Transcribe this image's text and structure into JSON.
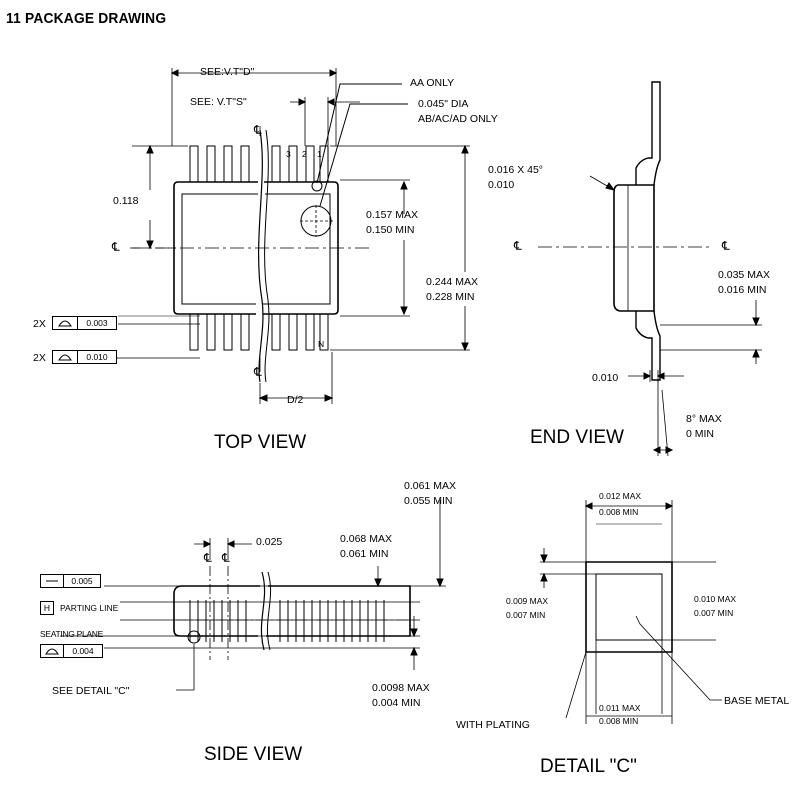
{
  "heading": "11 PACKAGE DRAWING",
  "top_view": {
    "title": "TOP VIEW",
    "see_d": "SEE:V.T\"D\"",
    "see_s": "SEE: V.T\"S\"",
    "aa_only": "AA ONLY",
    "dia": "0.045\" DIA",
    "ab_only": "AB/AC/AD ONLY",
    "dim_118": "0.118",
    "dim_157": "0.157 MAX",
    "dim_150": "0.150 MIN",
    "dim_244": "0.244 MAX",
    "dim_228": "0.228 MIN",
    "d_half": "D/2",
    "pin3": "3",
    "pin2": "2",
    "pin1": "1",
    "pinN": "N",
    "tol1_prefix": "2X",
    "tol1_value": "0.003",
    "tol2_prefix": "2X",
    "tol2_value": "0.010",
    "centerline": "℄"
  },
  "end_view": {
    "title": "END VIEW",
    "chamfer": "0.016 X 45°",
    "chamfer_min": "0.010",
    "dim_035": "0.035 MAX",
    "dim_016": "0.016 MIN",
    "dim_010": "0.010",
    "angle_max": "8° MAX",
    "angle_min": "0 MIN"
  },
  "side_view": {
    "title": "SIDE VIEW",
    "dim_025": "0.025",
    "dim_061": "0.061 MAX",
    "dim_055": "0.055 MIN",
    "dim_068": "0.068 MAX",
    "dim_061min": "0.061 MIN",
    "dim_0098": "0.0098 MAX",
    "dim_004": "0.004 MIN",
    "tol_value": "0.005",
    "parting_letter": "H",
    "parting_line": "PARTING LINE",
    "seating_plane": "SEATING PLANE",
    "seat_tol": "0.004",
    "see_detail": "SEE DETAIL \"C\""
  },
  "detail_c": {
    "title": "DETAIL \"C\"",
    "top_max": "0.012 MAX",
    "top_min": "0.008 MIN",
    "left_max": "0.009 MAX",
    "left_min": "0.007 MIN",
    "right_max": "0.010 MAX",
    "right_min": "0.007 MIN",
    "bot_max": "0.011 MAX",
    "bot_min": "0.008 MIN",
    "with_plating": "WITH PLATING",
    "base_metal": "BASE METAL"
  }
}
